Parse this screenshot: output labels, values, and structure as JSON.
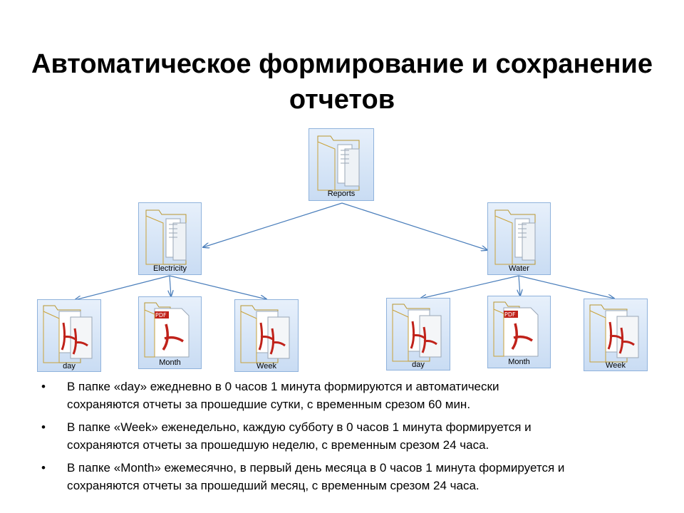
{
  "title": "Автоматическое формирование и сохранение отчетов",
  "tree": {
    "root": "Reports",
    "branches": [
      {
        "label": "Electricity",
        "children": [
          "day",
          "Month",
          "Week"
        ]
      },
      {
        "label": "Water",
        "children": [
          "day",
          "Month",
          "Week"
        ]
      }
    ]
  },
  "icons": {
    "folder": "folder-icon",
    "pdf_folder": "pdf-folder-icon",
    "pdf_document": "pdf-document-icon"
  },
  "colors": {
    "tile_border": "#8fb2dc",
    "connector": "#4a7ebb",
    "folder": "#f3d46b",
    "pdf": "#c0221a"
  },
  "bullets": [
    {
      "marker": "•",
      "line1": "В папке «day» ежедневно в  0 часов 1 минута формируются и автоматически",
      "line2": "сохраняются отчеты за прошедшие сутки, с временным срезом 60 мин."
    },
    {
      "marker": "•",
      "line1": "В папке «Week» еженедельно, каждую субботу в 0 часов 1 минута формируется и",
      "line2": "сохраняются отчеты за прошедшую неделю, с временным срезом 24 часа."
    },
    {
      "marker": "•",
      "line1": "В папке «Month» ежемесячно, в первый день месяца в 0 часов 1 минута формируется и",
      "line2": "сохраняются отчеты за прошедший месяц,  с временным срезом 24 часа."
    }
  ]
}
